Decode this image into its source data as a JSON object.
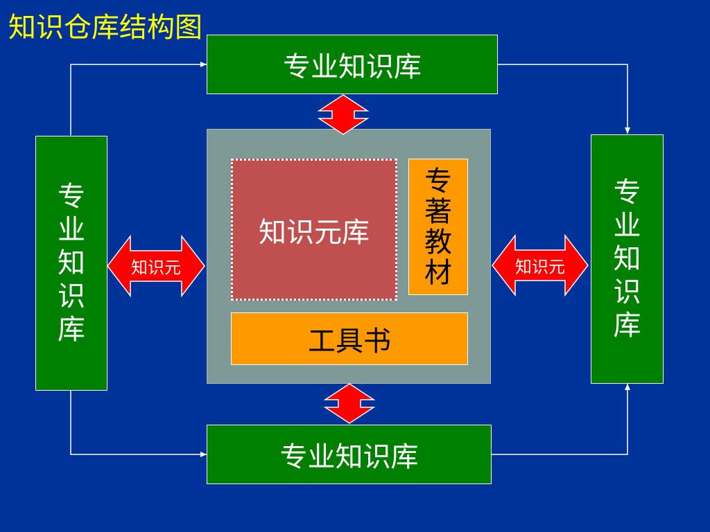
{
  "title": "知识仓库结构图",
  "top_box": {
    "label": "专业知识库"
  },
  "bottom_box": {
    "label": "专业知识库"
  },
  "left_box": {
    "label": "专业知识库"
  },
  "right_box": {
    "label": "专业知识库"
  },
  "core": {
    "unit_library": "知识元库",
    "monograph": "专著教材",
    "reference_book": "工具书"
  },
  "left_arrow_label": "知识元",
  "right_arrow_label": "知识元",
  "colors": {
    "background": "#003399",
    "title": "#ffff00",
    "green_box": "#008000",
    "core_frame": "#7f9a96",
    "unit_box": "#c05050",
    "orange_box": "#ff9900",
    "arrow_fill": "#ff0000",
    "connector": "#ffffff"
  }
}
